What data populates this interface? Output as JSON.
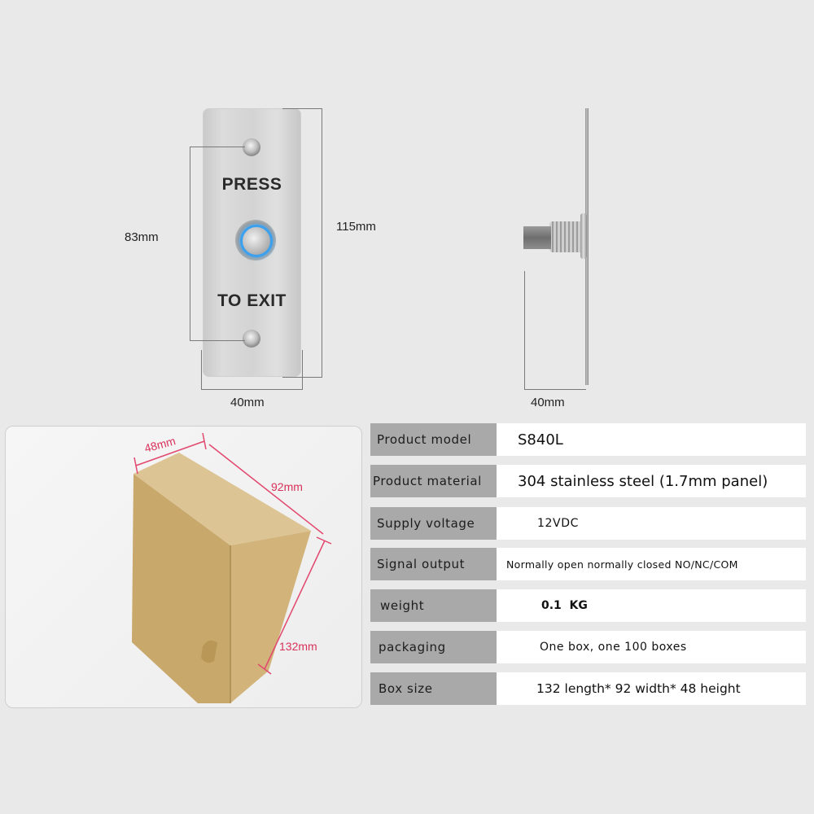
{
  "front_view": {
    "plate_text_top": "PRESS",
    "plate_text_bottom": "TO EXIT",
    "dim_hole_spacing": "83mm",
    "dim_height": "115mm",
    "dim_width": "40mm",
    "button_ring_color": "#3aa0f0"
  },
  "side_view": {
    "dim_depth": "40mm"
  },
  "box_photo": {
    "dim_width": "48mm",
    "dim_length": "92mm",
    "dim_height": "132mm",
    "dim_color": "#d9315a"
  },
  "specs": {
    "rows": [
      {
        "label": "Product model",
        "value": "S840L"
      },
      {
        "label": "Product material",
        "value": "304 stainless steel (1.7mm panel)"
      },
      {
        "label": "Supply voltage",
        "value": "12VDC"
      },
      {
        "label": "Signal output",
        "value": "Normally open normally closed NO/NC/COM"
      },
      {
        "label": "weight",
        "value": "0.1  KG"
      },
      {
        "label": "packaging",
        "value": "One box, one 100 boxes"
      },
      {
        "label": "Box size",
        "value": "132 length* 92 width* 48 height"
      }
    ]
  }
}
